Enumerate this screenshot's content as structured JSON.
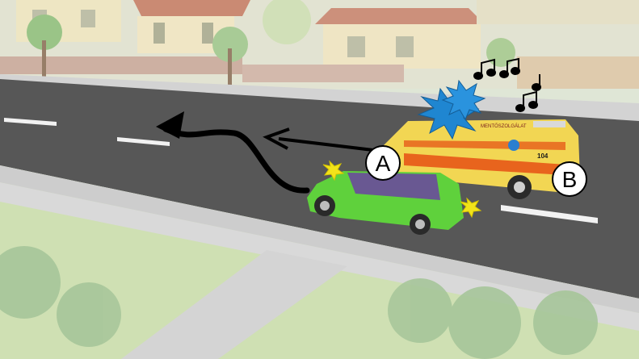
{
  "scene": {
    "vehicle_a": {
      "label": "A",
      "type": "green minivan",
      "color": "#5fd13c"
    },
    "vehicle_b": {
      "label": "B",
      "type": "ambulance",
      "color": "#f2d653",
      "stripe_color": "#e8641d"
    },
    "ambulance_text": {
      "side": "MENTŐSZOLGÁLAT",
      "number": "104"
    },
    "signals": {
      "siren_icon": "music-notes-icon",
      "beacon_icon": "blue-flash-icon",
      "blinker_icon": "yellow-flash-icon"
    },
    "paths": {
      "straight_arrow": "left-arrow",
      "curved_arrow": "curved-left-arrow"
    },
    "colors": {
      "road": "#575757",
      "grass": "#cfe0b3",
      "sidewalk": "#cfcfcf",
      "beacon": "#1f86d1",
      "blinker": "#f2e31a"
    }
  }
}
